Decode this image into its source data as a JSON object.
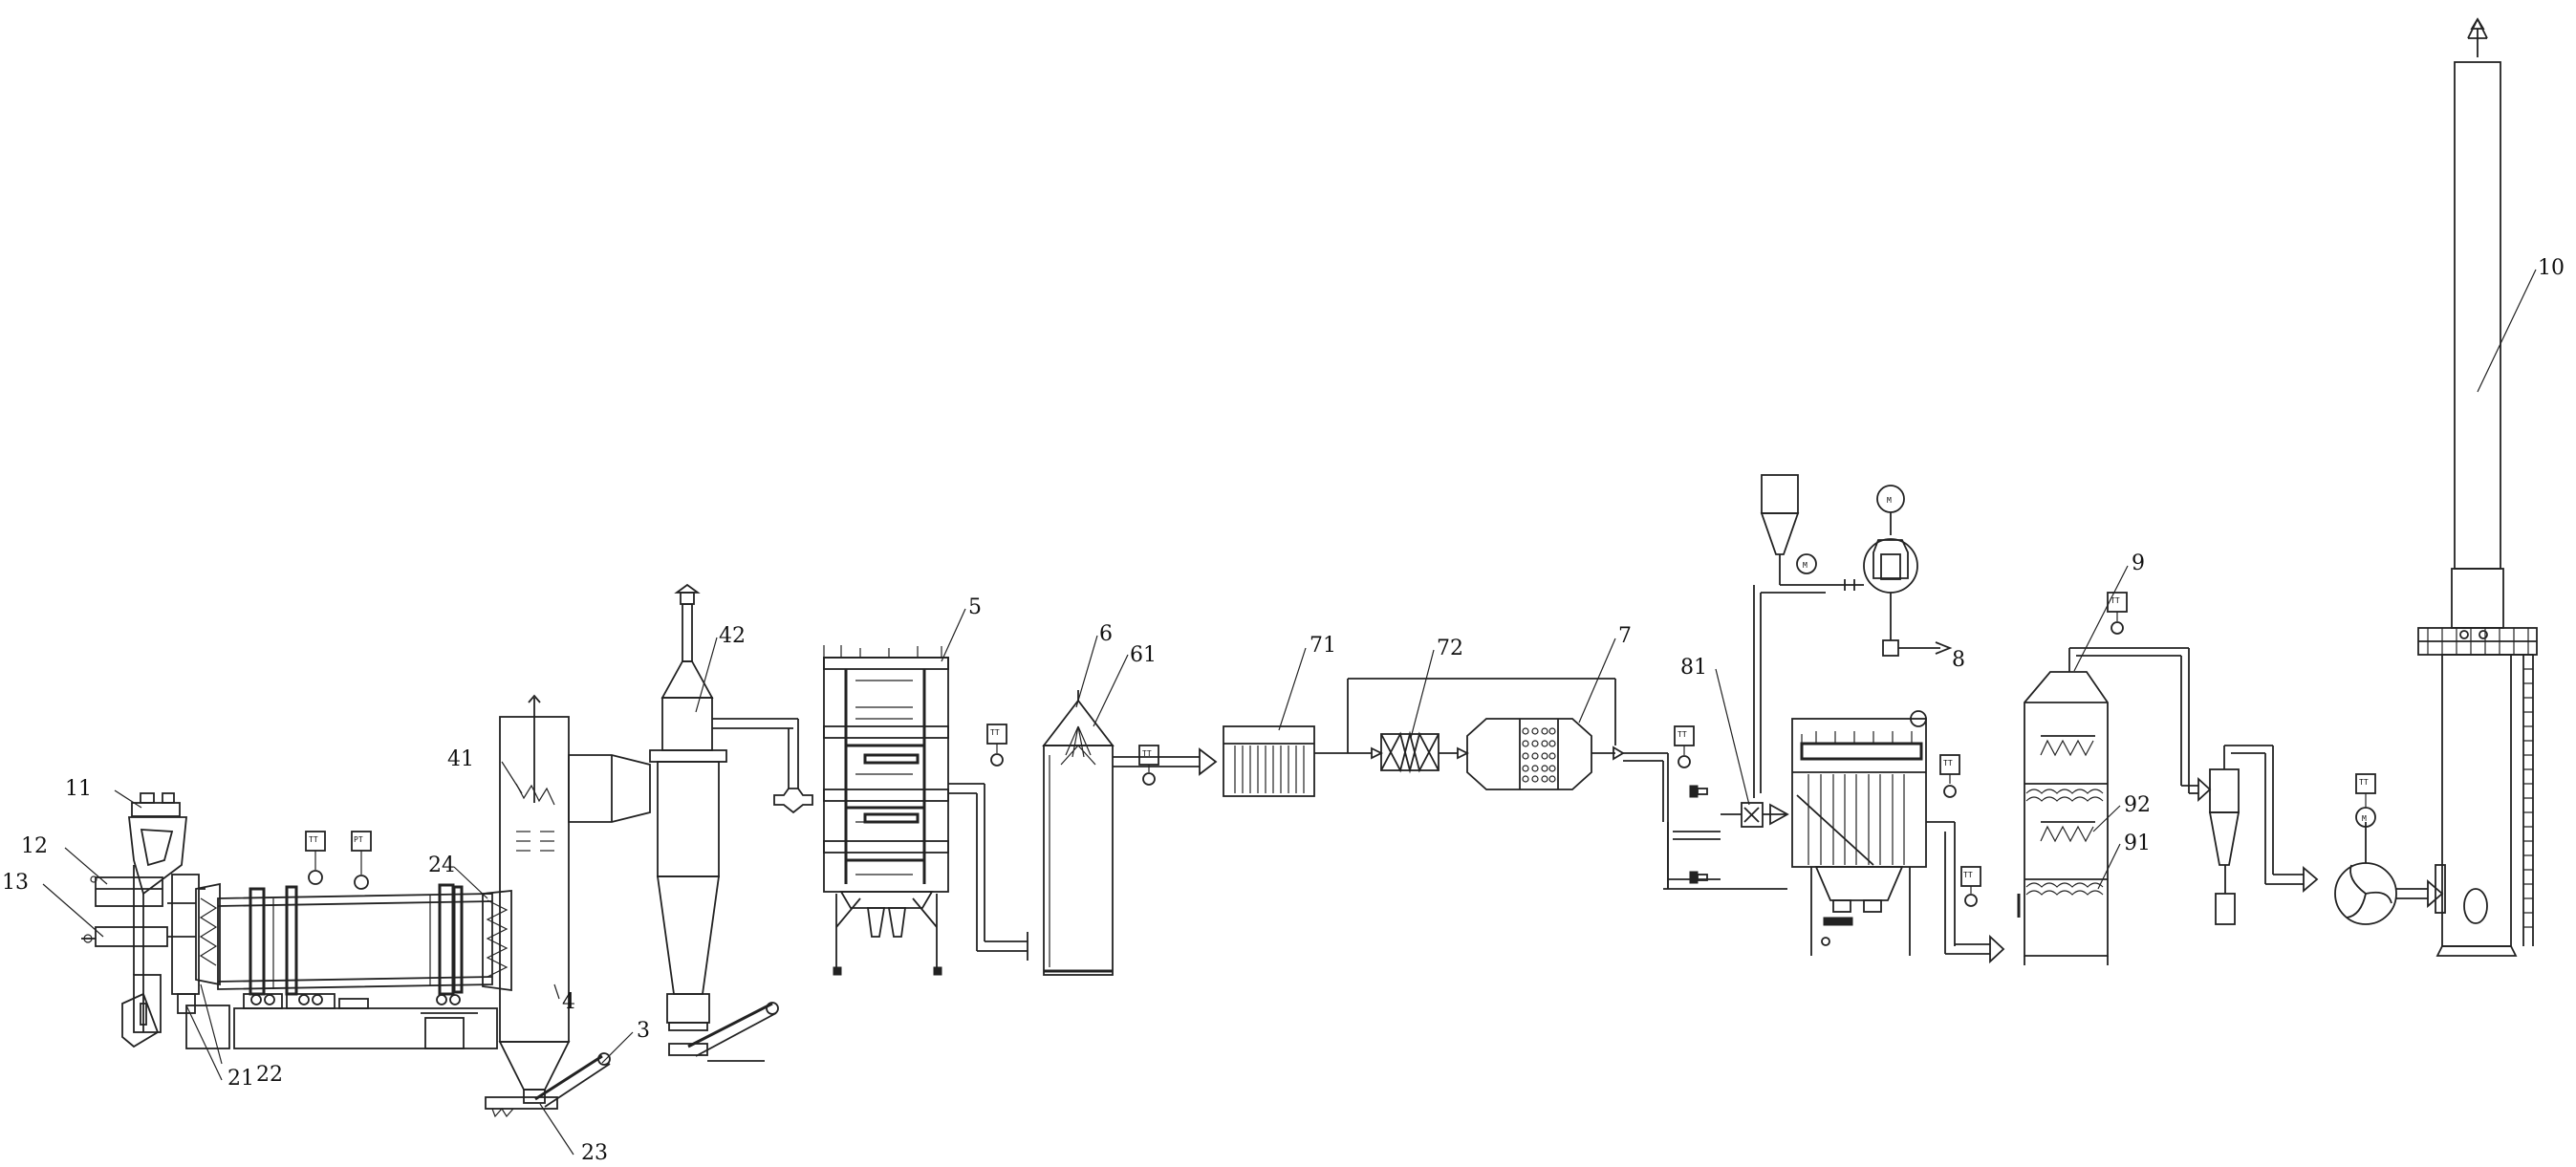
{
  "labels": {
    "l11": "11",
    "l12": "12",
    "l13": "13",
    "l21": "21",
    "l22": "22",
    "l23": "23",
    "l24": "24",
    "l3": "3",
    "l4": "4",
    "l41": "41",
    "l42": "42",
    "l5": "5",
    "l6": "6",
    "l61": "61",
    "l7": "7",
    "l71": "71",
    "l72": "72",
    "l8": "8",
    "l81": "81",
    "l9": "9",
    "l91": "91",
    "l92": "92",
    "l10": "10"
  },
  "motor_symbol": "M"
}
